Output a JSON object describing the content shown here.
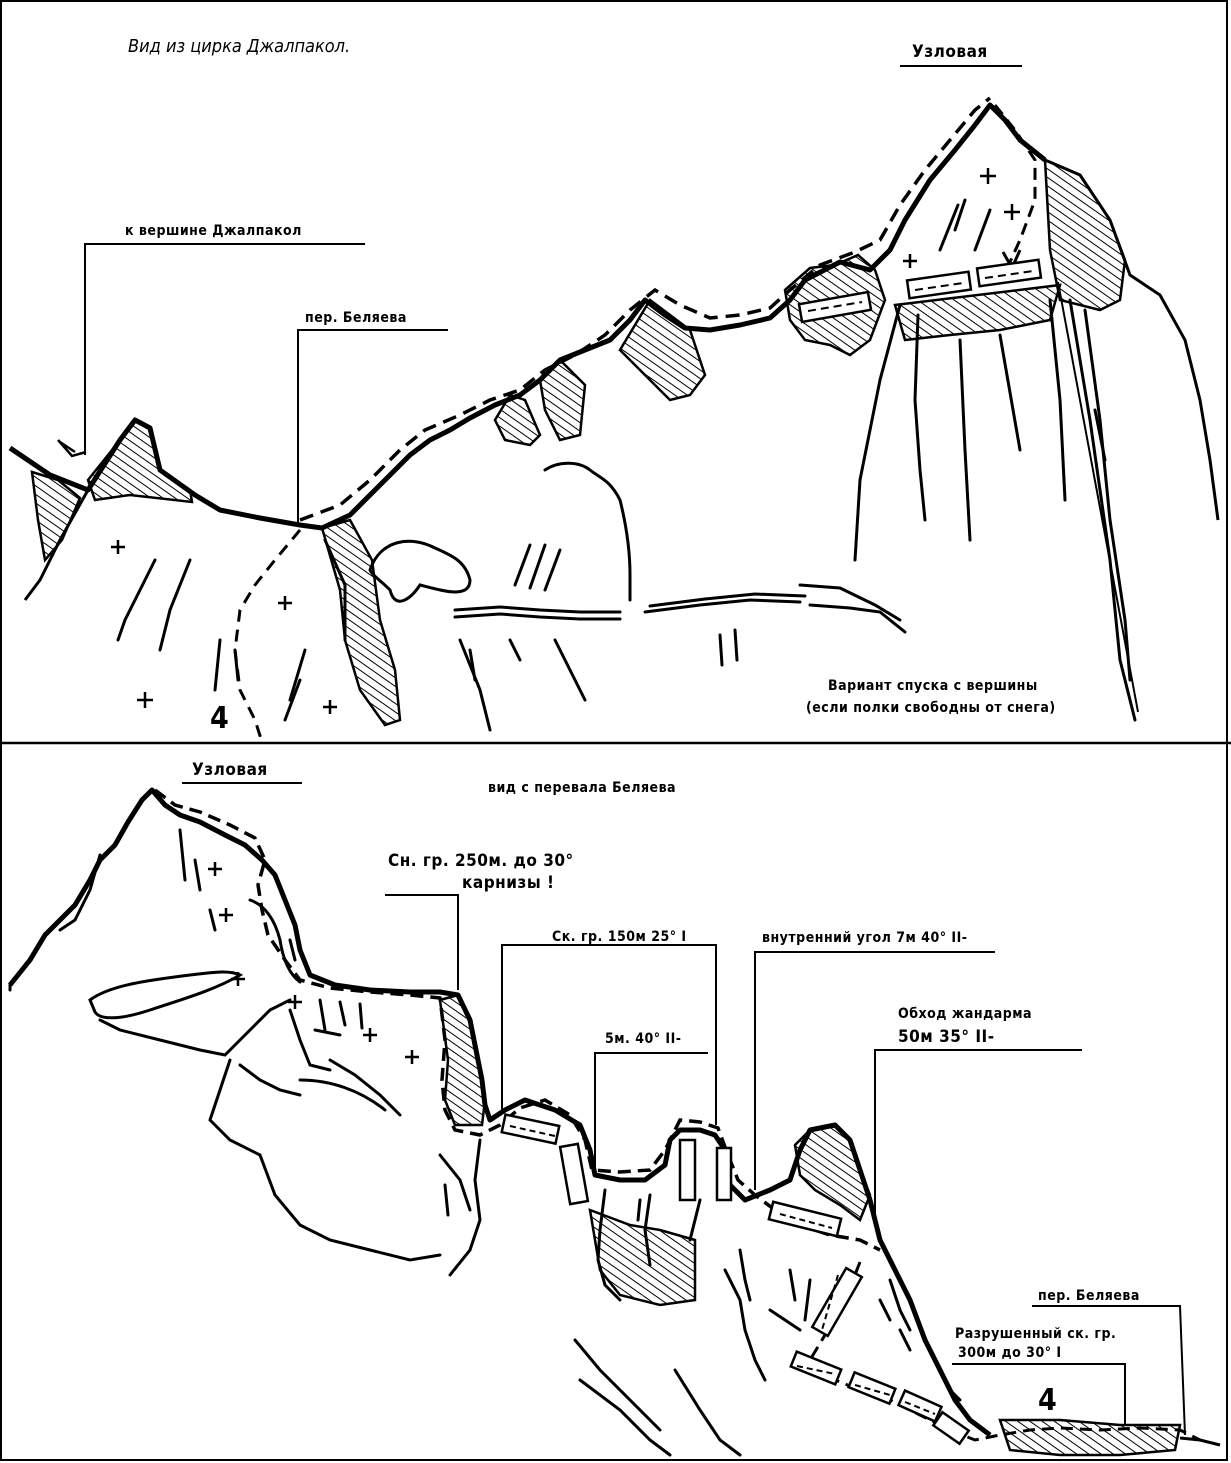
{
  "top_view": {
    "title": "Вид из цирка Джалпакол.",
    "peak_label": "Узловая",
    "to_summit_label": "к вершине Джалпакол",
    "pass_label": "пер. Беляева",
    "descent_line1": "Вариант спуска с вершины",
    "descent_line2": "(если полки свободны от снега)",
    "route_number": "4"
  },
  "bottom_view": {
    "title": "вид с перевала Беляева",
    "peak_label": "Узловая",
    "ridge_line1": "Сн. гр. 250м. до 30°",
    "ridge_line2": "карнизы !",
    "rock_ridge_label": "Ск. гр. 150м 25° I",
    "step_label": "5м. 40° II-",
    "corner_label": "внутренний угол 7м 40° II-",
    "gendarme_line1": "Обход жандарма",
    "gendarme_line2": "50м 35° II-",
    "pass_label": "пер. Беляева",
    "broken_line1": "Разрушенный ск. гр.",
    "broken_line2": "300м до 30° I",
    "route_number": "4"
  }
}
